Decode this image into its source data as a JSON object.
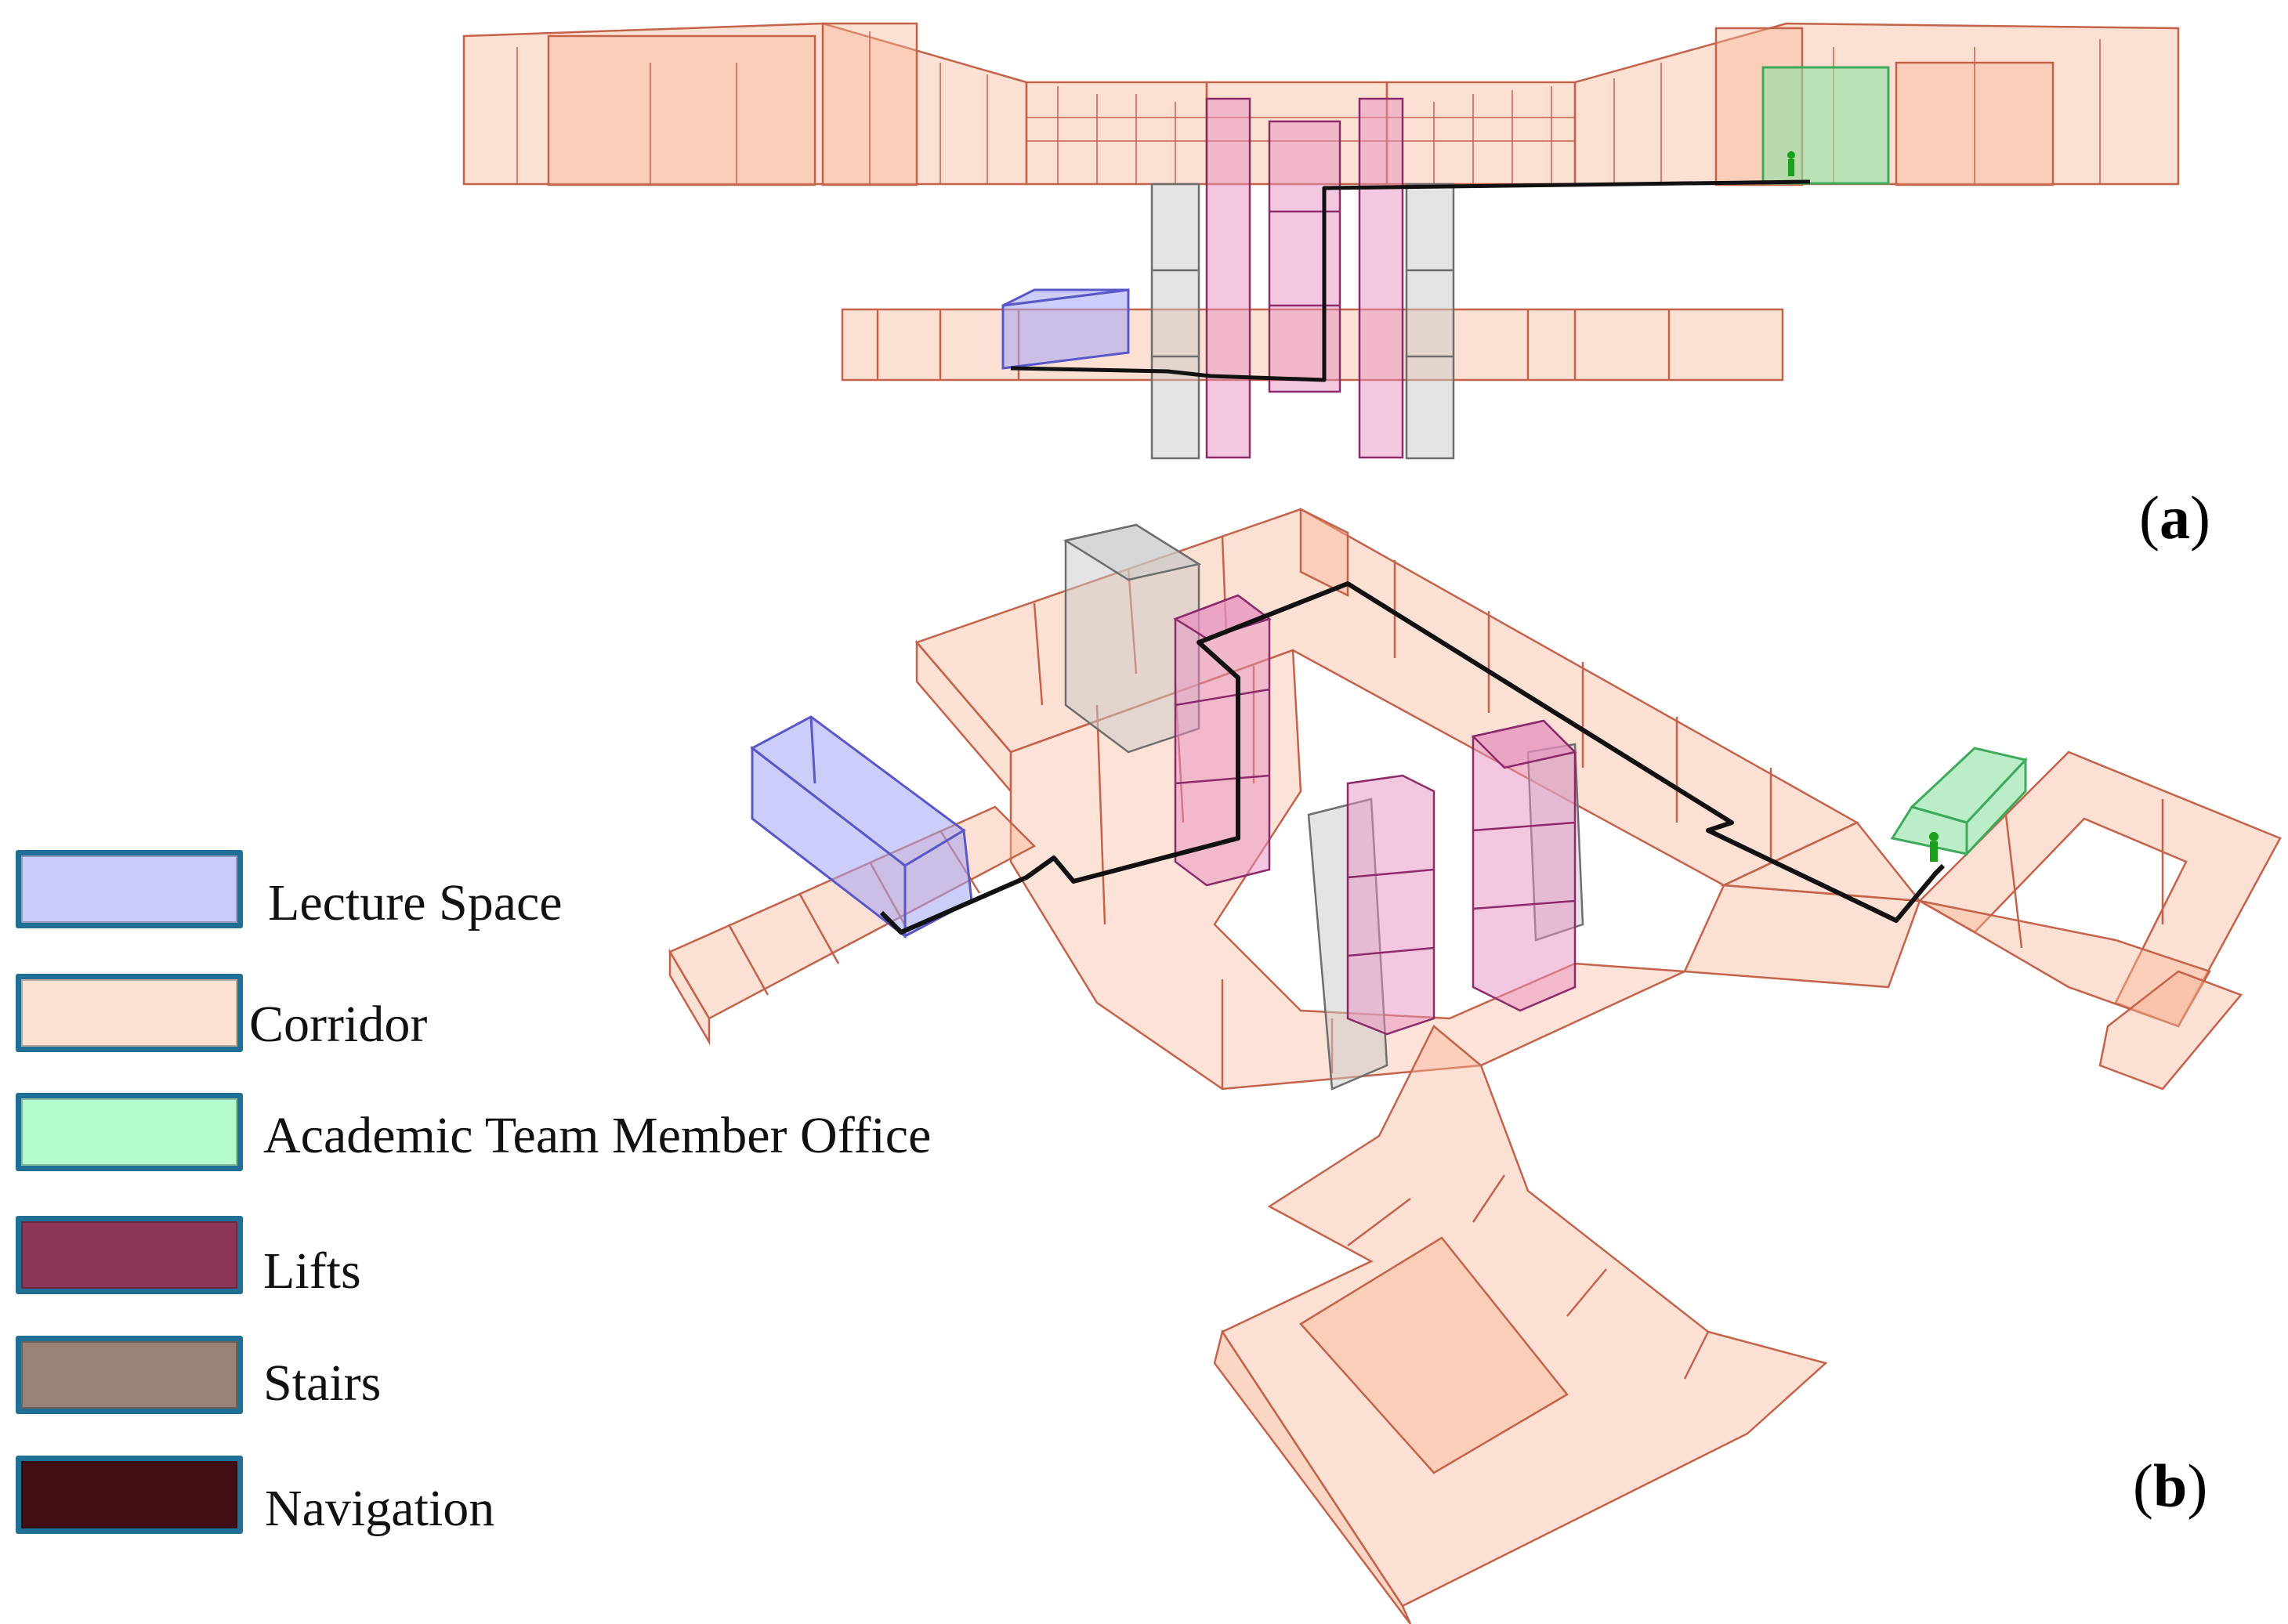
{
  "figure": {
    "panel_a": "a",
    "panel_b": "b"
  },
  "legend": [
    {
      "id": "lecture",
      "label": "Lecture Space",
      "color": "#cbcbfb"
    },
    {
      "id": "corridor",
      "label": "Corridor",
      "color": "#fde1d3"
    },
    {
      "id": "office",
      "label": "Academic Team Member Office",
      "color": "#b3fbcd"
    },
    {
      "id": "lifts",
      "label": "Lifts",
      "color": "#8e3659"
    },
    {
      "id": "stairs",
      "label": "Stairs",
      "color": "#9a8176"
    },
    {
      "id": "navigation",
      "label": "Navigation",
      "color": "#420f15"
    }
  ],
  "palette": {
    "corridor_fill": "#f9b496",
    "corridor_stroke": "#c4624a",
    "lecture_fill": "#a4a4f4",
    "lecture_stroke": "#5858c8",
    "office_fill": "#8de3a3",
    "office_stroke": "#3faa5c",
    "lift_fill": "#e58fc0",
    "lift_stroke": "#8c2a6a",
    "stairs_fill": "#c9c9c9",
    "stairs_stroke": "#6e6e6e",
    "path": "#111111",
    "person": "#1aa01a"
  }
}
